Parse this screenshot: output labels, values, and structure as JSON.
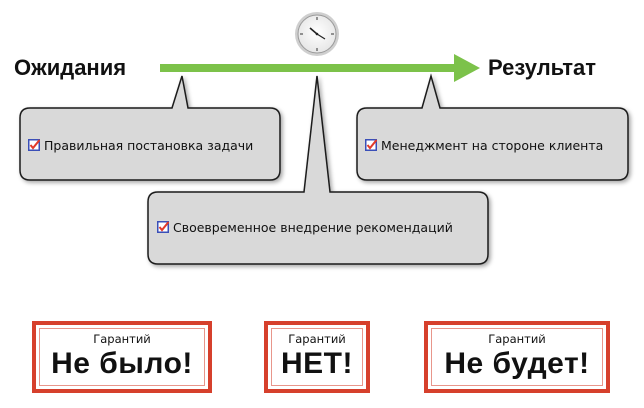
{
  "timeline": {
    "start_label": "Ожидания",
    "end_label": "Результат",
    "arrow_color": "#7cc24a",
    "clock_icon": "wall-clock-icon"
  },
  "callouts": [
    {
      "text": "Правильная постановка задачи",
      "checked": true
    },
    {
      "text": "Своевременное внедрение рекомендаций",
      "checked": true
    },
    {
      "text": "Менеджмент на стороне клиента",
      "checked": true
    }
  ],
  "stamps": [
    {
      "caption": "Гарантий",
      "value": "Не было!"
    },
    {
      "caption": "Гарантий",
      "value": "НЕТ!"
    },
    {
      "caption": "Гарантий",
      "value": "Не будет!"
    }
  ],
  "colors": {
    "callout_fill": "#d9d9d9",
    "stamp_border": "#d6402c",
    "check_blue": "#3a4fb8",
    "check_red": "#e23a2a"
  }
}
